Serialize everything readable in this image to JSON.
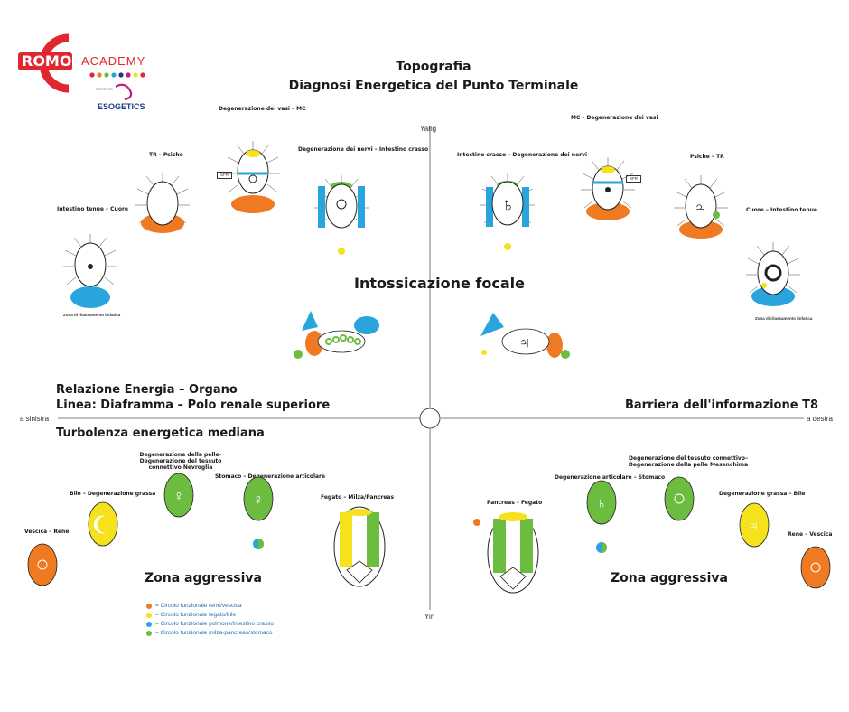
{
  "logo": {
    "brand": "ROMO",
    "academy": "ACADEMY",
    "partner": "PARTNER",
    "esogetics": "ESOGETICS"
  },
  "header": {
    "title1": "Topografia",
    "title2": "Diagnosi Energetica del Punto Terminale"
  },
  "axes": {
    "top": "Yang",
    "bottom": "Yin",
    "left": "a sinistra",
    "right": "a destra"
  },
  "sections": {
    "center": "Intossicazione focale",
    "left_lines": [
      "Relazione Energia – Organo",
      "Linea: Diaframma  – Polo renale superiore"
    ],
    "left_sub": "Turbolenza energetica mediana",
    "right": "Barriera dell'informazione T8",
    "zone_left": "Zona aggressiva",
    "zone_right": "Zona aggressiva"
  },
  "organ_labels": {
    "tl": [
      "Intestino tenue – Cuore",
      "TR – Psiche",
      "Degenerazione dei vasi – MC",
      "Degenerazione dei nervi – Intestino crasso"
    ],
    "tr": [
      "Intestino crasso – Degenerazione dei nervi",
      "MC – Degenerazione dei vasi",
      "Psiche – TR",
      "Cuore – Intestino tenue"
    ],
    "bl": [
      "Vescica – Rene",
      "Bile – Degenerazione grassa",
      "Degenerazione della pelle– Degenerazione del tessuto connettivo Nevroglia",
      "Stomaco – Degenerazione articolare",
      "Fegato – Milza/Pancreas"
    ],
    "br": [
      "Pancreas – Fegato",
      "Degenerazione articolare – Stomaco",
      "Degenerazione del tessuto connettivo– Degenerazione della pelle Mesenchima",
      "Degenerazione grassa – Bile",
      "Rene – Vescica"
    ]
  },
  "misc_labels": {
    "zona_l": "Zona di rilassamento linfatica",
    "zona_r": "Zona di rilassamento linfatica",
    "sfr": "SFR"
  },
  "legend": [
    {
      "color": "#f07a22",
      "text": "= Circolo funzionale rene/vescica"
    },
    {
      "color": "#f5e21c",
      "text": "= Circolo funzionale fegato/bile"
    },
    {
      "color": "#2aa4dc",
      "text": "= Circolo funzionale polmone/intestino crasso"
    },
    {
      "color": "#6cbd3f",
      "text": "= Circolo funzionale milza-pancreas/stomaco"
    }
  ],
  "colors": {
    "orange": "#f07a22",
    "yellow": "#f5e21c",
    "blue": "#2aa4dc",
    "green": "#6cbd3f",
    "red": "#e0262f",
    "magenta": "#c21f7a"
  }
}
